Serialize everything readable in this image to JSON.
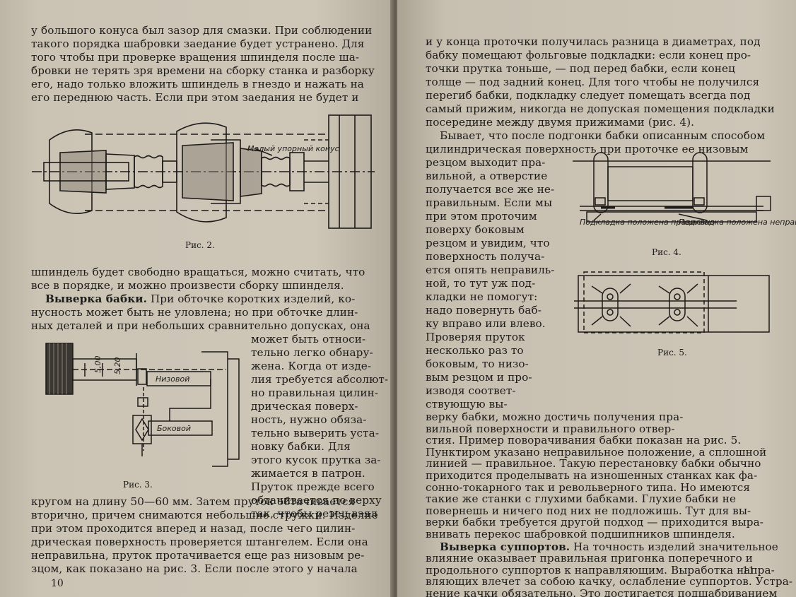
{
  "left_page": {
    "lines_top": [
      "у большого конуса был зазор для смазки. При соблюдении",
      "такого порядка шабровки заедание будет устранено. Для",
      "того чтобы при проверке вращения шпинделя после ша-",
      "бровки не терять зря времени на сборку станка и разборку",
      "его, надо только вложить шпиндель в гнездо и нажать на",
      "его переднюю часть. Если при этом заедания не будет и"
    ],
    "fig2": {
      "label": "Малый упорный конус",
      "caption": "Рис. 2."
    },
    "lines_mid": [
      "шпиндель будет свободно вращаться, можно считать, что",
      "все в порядке, и можно произвести сборку шпинделя."
    ],
    "heading": "Выверка бабки.",
    "heading_rest": " При обточке коротких изделий, ко-",
    "lines_mid2": [
      "нусность может быть не уловлена; но при обточке длин-",
      "ных деталей и при небольших сравнительно допусках, она"
    ],
    "lines_narrow": [
      "может быть относи-",
      "тельно легко обнару-",
      "жена. Когда от изде-",
      "лия требуется абсолют-",
      "но правильная цилин-",
      "дрическая поверх-",
      "ность, нужно обяза-",
      "тельно выверить уста-",
      "новку бабки. Для",
      "этого кусок прутка за-",
      "жимается в патрон.",
      "Пруток прежде всего",
      "обтачивается по верху",
      "так, чтобы резец взял"
    ],
    "fig3": {
      "dim1": "5,00",
      "dim2": "5,20",
      "label1": "Низовой",
      "label2": "Боковой",
      "caption": "Рис. 3."
    },
    "lines_bottom": [
      "кругом на длину 50—60 мм. Затем пруток обтачивается",
      "вторично, причем снимаются небольшие стружки. Изделие",
      "при этом проходится вперед и назад, после чего цилин-",
      "дрическая поверхность проверяется штангелем. Если она",
      "неправильна, пруток протачивается еще раз низовым ре-",
      "зцом, как показано на рис. 3. Если после этого у начала"
    ],
    "page_number": "10"
  },
  "right_page": {
    "lines_top": [
      "и у конца проточки получилась разница в диаметрах, под",
      "бабку помещают фольговые подкладки: если конец про-",
      "точки прутка тоньше, — под перед бабки, если конец",
      "толще — под задний конец. Для того чтобы не получился",
      "перегиб бабки, подкладку следует помещать всегда под",
      "самый прижим, никогда не допуская помещения подкладки",
      "посередине между двумя прижимами (рис. 4).",
      "Бывает, что после подгонки бабки описанным способом",
      "цилиндрическая поверхность при проточке ее низовым"
    ],
    "lines_narrow": [
      "резцом выходит пра-",
      "вильной, а отверстие",
      "получается все же не-",
      "правильным. Если мы",
      "при этом проточим",
      "поверху боковым",
      "резцом и увидим, что",
      "поверхность получа-",
      "ется опять неправиль-",
      "ной, то тут уж под-",
      "кладки не помогут:",
      "надо повернуть баб-",
      "ку вправо или влево.",
      "Проверяя пруток",
      "несколько раз то",
      "боковым, то низо-",
      "вым резцом и про-",
      "изводя соответ-",
      "ствующую вы-"
    ],
    "fig4": {
      "label1": "Подкладка положена правильно",
      "label2": "Подкладка положена неправильно",
      "caption": "Рис. 4."
    },
    "fig5": {
      "caption": "Рис. 5."
    },
    "lines_bottom": [
      "верку бабки, можно достичь получения пра-",
      "вильной поверхности и правильного отвер-",
      "стия. Пример поворачивания бабки показан на рис. 5.",
      "Пунктиром указано неправильное положение, а сплошной",
      "линией — правильное. Такую перестановку бабки обычно",
      "приходится проделывать на изношенных станках как фа-",
      "сонно-токарного так и револьверного типа. Но имеются",
      "такие же станки с глухими бабками. Глухие бабки не",
      "повернешь и ничего под них не подложишь. Тут для вы-",
      "верки бабки требуется другой подход — приходится выра-",
      "внивать перекос шабровкой подшипников шпинделя."
    ],
    "heading": "Выверка суппортов.",
    "heading_rest": " На точность изделий значительное",
    "lines_end": [
      "влияние оказывает правильная пригонка поперечного и",
      "продольного суппортов к направляющим. Выработка напра-",
      "вляющих влечет за собою качку, ослабление суппортов. Устра-",
      "нение качки обязательно. Это достигается подшабриванием"
    ],
    "page_number": "11"
  }
}
